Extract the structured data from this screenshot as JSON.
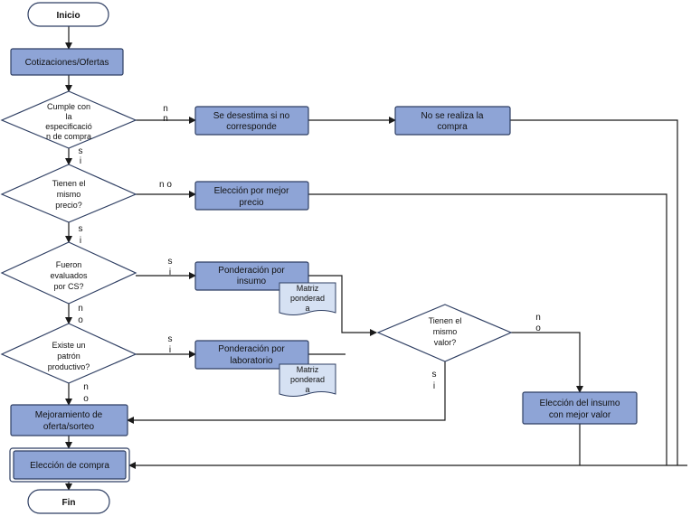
{
  "terminals": {
    "start": "Inicio",
    "end": "Fin"
  },
  "processes": {
    "quotes": "Cotizaciones/Ofertas",
    "discard": [
      "Se desestima si no",
      "corresponde"
    ],
    "not_done": [
      "No se realiza la",
      "compra"
    ],
    "best_price": [
      "Elección por mejor",
      "precio"
    ],
    "weight_input": [
      "Ponderación por",
      "insumo"
    ],
    "weight_lab": [
      "Ponderación por",
      "laboratorio"
    ],
    "improvement": [
      "Mejoramiento de",
      "oferta/sorteo"
    ],
    "best_value": [
      "Elección del insumo",
      "con mejor valor"
    ],
    "purchase": "Elección de compra"
  },
  "decisions": {
    "spec": [
      "Cumple con",
      "la",
      "especificació",
      "n de compra"
    ],
    "same_price": [
      "Tienen el",
      "mismo",
      "precio?"
    ],
    "evaluated": [
      "Fueron",
      "evaluados",
      "por CS?"
    ],
    "pattern": [
      "Existe un",
      "patrón",
      "productivo?"
    ],
    "same_value": [
      "Tienen el",
      "mismo",
      "valor?"
    ]
  },
  "documents": {
    "matrix1": [
      "Matriz",
      "ponderad",
      "a"
    ],
    "matrix2": [
      "Matriz",
      "ponderad",
      "a"
    ]
  },
  "labels": {
    "no1": [
      "n",
      "n"
    ],
    "si1": [
      "s",
      "i"
    ],
    "no2": "n o",
    "si2": [
      "s",
      "i"
    ],
    "si3": [
      "s",
      "i"
    ],
    "no3": [
      "n",
      "o"
    ],
    "si4": [
      "s",
      "i"
    ],
    "no4": [
      "n",
      "o"
    ],
    "no5": [
      "n",
      "o"
    ],
    "si5": [
      "s",
      "i"
    ]
  }
}
